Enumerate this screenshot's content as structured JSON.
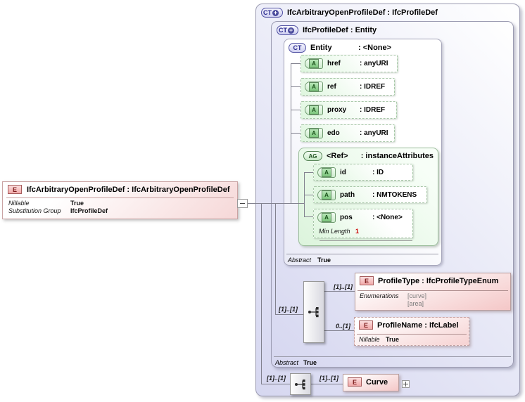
{
  "diagram": {
    "left_element": {
      "badge": "E",
      "title": "IfcArbitraryOpenProfileDef : IfcArbitraryOpenProfileDef",
      "facets": [
        {
          "label": "Nillable",
          "value": "True"
        },
        {
          "label": "Substitution Group",
          "value": "IfcProfileDef"
        }
      ]
    },
    "outer_type": {
      "badge": "CT",
      "title": "IfcArbitraryOpenProfileDef : IfcProfileDef"
    },
    "base_type": {
      "badge": "CT",
      "title": "IfcProfileDef : Entity",
      "abstract": {
        "label": "Abstract",
        "value": "True"
      }
    },
    "entity_type": {
      "badge": "CT",
      "name": "Entity",
      "type": ": <None>",
      "abstract": {
        "label": "Abstract",
        "value": "True"
      },
      "attributes": [
        {
          "badge": "A",
          "name": "href",
          "type": ": anyURI"
        },
        {
          "badge": "A",
          "name": "ref",
          "type": ": IDREF"
        },
        {
          "badge": "A",
          "name": "proxy",
          "type": ": IDREF"
        },
        {
          "badge": "A",
          "name": "edo",
          "type": ": anyURI"
        }
      ],
      "attribute_group": {
        "badge": "AG",
        "name": "<Ref>",
        "type": ": instanceAttributes",
        "attributes": [
          {
            "badge": "A",
            "name": "id",
            "type": ": ID"
          },
          {
            "badge": "A",
            "name": "path",
            "type": ": NMTOKENS"
          },
          {
            "badge": "A",
            "name": "pos",
            "type": ": <None>",
            "facet": {
              "label": "Min Length",
              "value": "1"
            }
          }
        ]
      }
    },
    "sequence": {
      "cardinality_left": "[1]..[1]",
      "children": [
        {
          "badge": "E",
          "title": "ProfileType : IfcProfileTypeEnum",
          "cardinality": "[1]..[1]",
          "facet_label": "Enumerations",
          "facet_values": [
            "[curve]",
            "[area]"
          ]
        },
        {
          "badge": "E",
          "title": "ProfileName : IfcLabel",
          "cardinality": "0..[1]",
          "facet_label": "Nillable",
          "facet_value": "True"
        }
      ]
    },
    "curve_sequence": {
      "cardinality_left": "[1]..[1]",
      "cardinality_right": "[1]..[1]",
      "element": {
        "badge": "E",
        "title": "Curve"
      }
    },
    "colors": {
      "lavender": "#d6d7f0",
      "green": "#dcf4dc",
      "pink": "#f4c7c7",
      "line": "#82828f",
      "facet_red": "#cc0000"
    }
  }
}
